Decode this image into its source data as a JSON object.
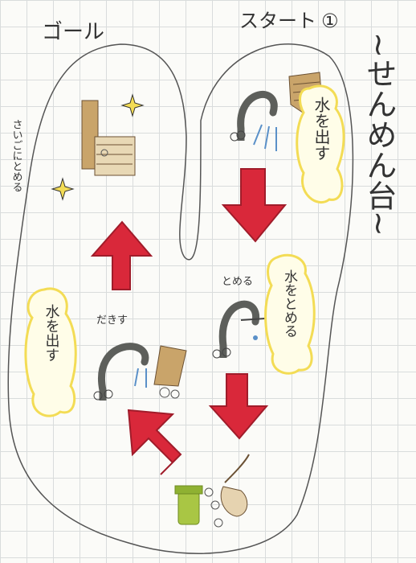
{
  "labels": {
    "goal": "ゴール",
    "start": "スタート",
    "step_number": "①",
    "title": "~せんめん台~",
    "finally_stop": "さいごにとめる",
    "water_out": "水を出す",
    "stop_water": "水をとめる",
    "stop_small": "とめる",
    "hug": "だきす",
    "water_out_left": "水を出す"
  },
  "colors": {
    "arrow_red": "#d9283a",
    "arrow_outline": "#a01c2a",
    "highlight_yellow": "#f3dc55",
    "faucet_gray": "#5d5f5b",
    "soap_green": "#a9c644",
    "skin": "#c9a46a"
  }
}
